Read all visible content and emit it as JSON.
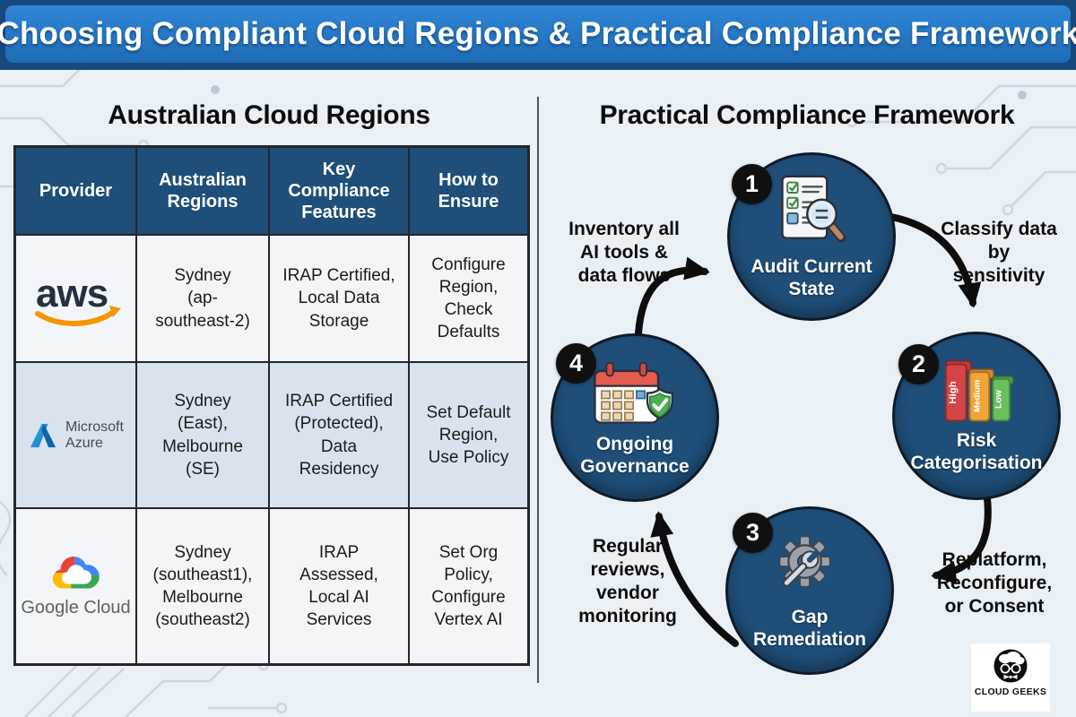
{
  "header": {
    "title": "Choosing Compliant Cloud Regions & Practical Compliance Framework"
  },
  "left_panel": {
    "title": "Australian Cloud Regions",
    "table": {
      "columns": [
        "Provider",
        "Australian\nRegions",
        "Key\nCompliance\nFeatures",
        "How to\nEnsure"
      ],
      "rows": [
        {
          "provider": "AWS",
          "wordmark": "aws",
          "regions": "Sydney\n(ap-\nsoutheast-2)",
          "features": "IRAP Certified,\nLocal Data\nStorage",
          "ensure": "Configure\nRegion,\nCheck\nDefaults"
        },
        {
          "provider": "Microsoft Azure",
          "brand_lines": [
            "Microsoft",
            "Azure"
          ],
          "regions": "Sydney\n(East),\nMelbourne\n(SE)",
          "features": "IRAP Certified\n(Protected),\nData\nResidency",
          "ensure": "Set Default\nRegion,\nUse Policy"
        },
        {
          "provider": "Google Cloud",
          "brand": "Google Cloud",
          "regions": "Sydney\n(southeast1),\nMelbourne\n(southeast2)",
          "features": "IRAP\nAssessed,\nLocal AI\nServices",
          "ensure": "Set Org\nPolicy,\nConfigure\nVertex AI"
        }
      ]
    }
  },
  "right_panel": {
    "title": "Practical Compliance Framework",
    "steps": [
      {
        "num": "1",
        "label": "Audit Current\nState"
      },
      {
        "num": "2",
        "label": "Risk\nCategorisation",
        "risk_levels": [
          "High",
          "Medium",
          "Low"
        ]
      },
      {
        "num": "3",
        "label": "Gap\nRemediation"
      },
      {
        "num": "4",
        "label": "Ongoing\nGovernance"
      }
    ],
    "annotations": {
      "top_left": "Inventory all\nAI tools &\ndata flows",
      "top_right": "Classify data\nby\nsensitivity",
      "bottom_right": "Replatform,\nReconfigure,\nor Consent",
      "bottom_left": "Regular\nreviews,\nvendor\nmonitoring"
    },
    "logo_text": "CLOUD GEEKS"
  },
  "colors": {
    "banner_blue": "#2478c9",
    "banner_edge": "#17497e",
    "navy": "#1f4e79",
    "page_bg": "#e9f0f6",
    "row_bg": "#f2f6fa",
    "row_alt_bg": "#d9e3ee",
    "risk_high": "#d64545",
    "risk_medium": "#efa53a",
    "risk_low": "#6abf5e",
    "aws_orange": "#f79400",
    "arrow_black": "#0d0d0d"
  }
}
